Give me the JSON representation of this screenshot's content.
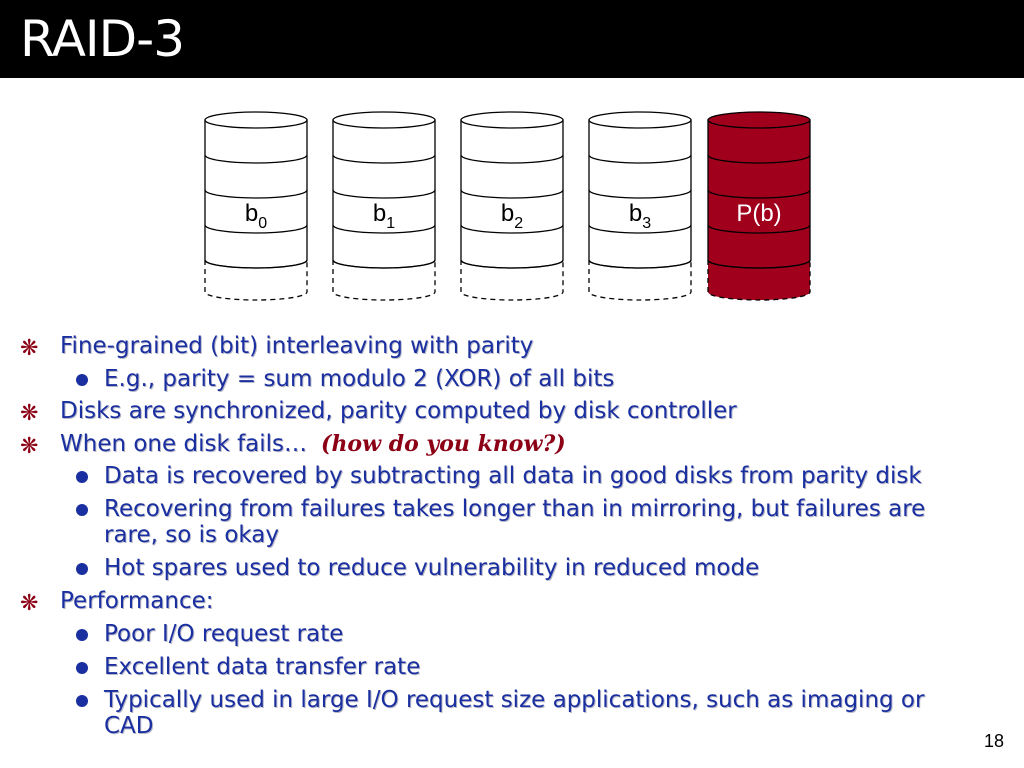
{
  "slide": {
    "title": "RAID-3",
    "number": "18"
  },
  "disks": [
    {
      "base": "b",
      "sub": "0",
      "parity": false
    },
    {
      "base": "b",
      "sub": "1",
      "parity": false
    },
    {
      "base": "b",
      "sub": "2",
      "parity": false
    },
    {
      "base": "b",
      "sub": "3",
      "parity": false
    },
    {
      "base": "P(b)",
      "sub": "",
      "parity": true
    }
  ],
  "colors": {
    "title_bar": "#000000",
    "bullet_text": "#1a2fa0",
    "accent": "#8b0015",
    "parity_disk": "#a0001c"
  },
  "bullets": {
    "b1": "Fine-grained (bit) interleaving with parity",
    "b1_1": "E.g., parity = sum modulo 2 (XOR) of all bits",
    "b2": "Disks are synchronized, parity computed by disk controller",
    "b3": "When one disk fails…",
    "b3_emph": "(how do you know?)",
    "b3_1": "Data is recovered by subtracting all data in good disks from parity disk",
    "b3_2": "Recovering from failures takes longer than in mirroring, but failures are rare, so is okay",
    "b3_3": "Hot spares used to reduce vulnerability in reduced mode",
    "b4": "Performance:",
    "b4_1": "Poor I/O request rate",
    "b4_2": "Excellent data transfer rate",
    "b4_3": "Typically used in large I/O request size applications, such as imaging or CAD"
  }
}
